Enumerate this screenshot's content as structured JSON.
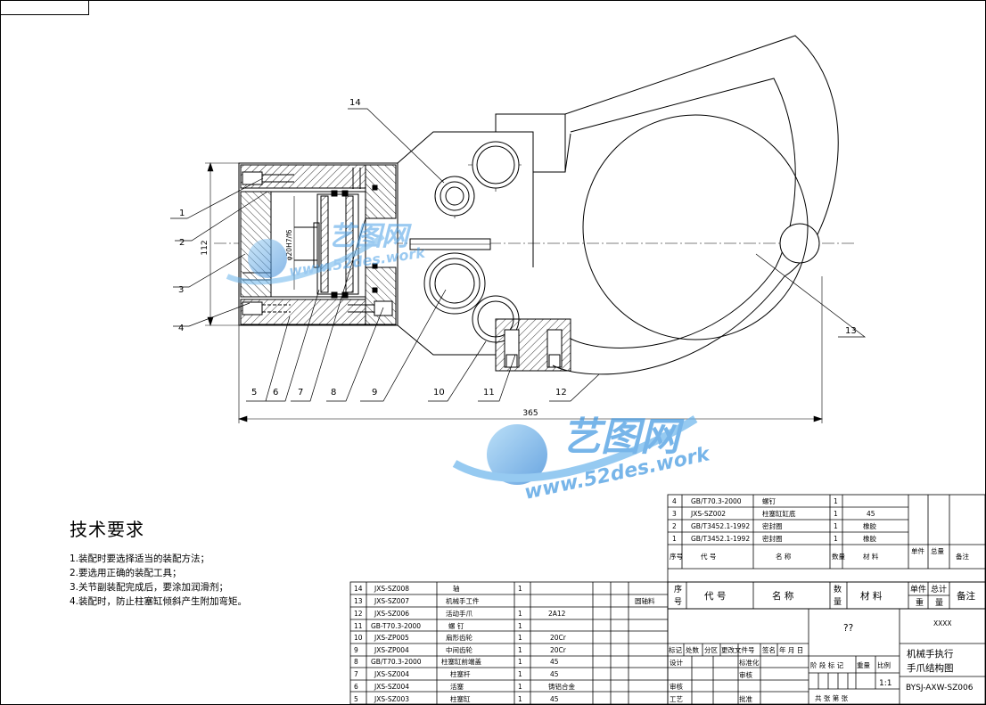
{
  "tech": {
    "title": "技术要求",
    "items": [
      "1.装配时要选择适当的装配方法；",
      "2.要选用正确的装配工具；",
      "3.关节副装配完成后，要涂加润滑剂；",
      "4.装配时，防止柱塞缸倾斜产生附加弯矩。"
    ]
  },
  "callouts": [
    "1",
    "2",
    "3",
    "4",
    "5",
    "6",
    "7",
    "8",
    "9",
    "10",
    "11",
    "12",
    "13",
    "14"
  ],
  "dims": {
    "height": "112",
    "width": "365",
    "bore": "φ20H7/f6"
  },
  "watermark": {
    "brand": "艺图网",
    "url1": "www.52des.work",
    "url2": "www.52des.work"
  },
  "bom_upper": {
    "rows": [
      {
        "no": "4",
        "code": "GB/T70.3-2000",
        "name": "螺钉",
        "qty": "1",
        "mat": ""
      },
      {
        "no": "3",
        "code": "JXS-SZ002",
        "name": "柱塞缸缸底",
        "qty": "1",
        "mat": "45"
      },
      {
        "no": "2",
        "code": "GB/T3452.1-1992",
        "name": "密封圈",
        "qty": "1",
        "mat": "橡胶"
      },
      {
        "no": "1",
        "code": "GB/T3452.1-1992",
        "name": "密封圈",
        "qty": "1",
        "mat": "橡胶"
      }
    ],
    "h_no": "序号",
    "h_code": "代  号",
    "h_name": "名  称",
    "h_qty": "数量",
    "h_mat": "材  料",
    "h_unit": "单件",
    "h_total": "总量",
    "h_note": "备注"
  },
  "bom_lower": {
    "rows": [
      {
        "no": "14",
        "code": "JXS-SZ008",
        "name": "轴",
        "qty": "1",
        "mat": "",
        "note": ""
      },
      {
        "no": "13",
        "code": "JXS-SZ007",
        "name": "机械手工件",
        "qty": "",
        "mat": "",
        "note": "圆轴料"
      },
      {
        "no": "12",
        "code": "JXS-SZ006",
        "name": "活动手爪",
        "qty": "1",
        "mat": "2A12",
        "note": ""
      },
      {
        "no": "11",
        "code": "GB-T70.3-2000",
        "name": "螺  钉",
        "qty": "1",
        "mat": "",
        "note": ""
      },
      {
        "no": "10",
        "code": "JXS-ZP005",
        "name": "扇形齿轮",
        "qty": "1",
        "mat": "20Cr",
        "note": ""
      },
      {
        "no": "9",
        "code": "JXS-ZP004",
        "name": "中间齿轮",
        "qty": "1",
        "mat": "20Cr",
        "note": ""
      },
      {
        "no": "8",
        "code": "GB/T70.3-2000",
        "name": "柱塞缸前端盖",
        "qty": "1",
        "mat": "45",
        "note": ""
      },
      {
        "no": "7",
        "code": "JXS-SZ004",
        "name": "柱塞杆",
        "qty": "1",
        "mat": "45",
        "note": ""
      },
      {
        "no": "6",
        "code": "JXS-SZ004",
        "name": "活塞",
        "qty": "1",
        "mat": "铸铝合金",
        "note": ""
      },
      {
        "no": "5",
        "code": "JXS-SZ003",
        "name": "柱塞缸",
        "qty": "1",
        "mat": "45",
        "note": ""
      }
    ]
  },
  "header_row": {
    "no": "序\n号",
    "code": "代    号",
    "name": "名    称",
    "qty": "数\n量",
    "mat": "材  料",
    "unit": "单件",
    "total": "总计",
    "unit2": "重",
    "total2": "量",
    "note": "备注"
  },
  "title_block": {
    "qq": "??",
    "xxxx": "XXXX",
    "title1": "机械手执行",
    "title2": "手爪结构图",
    "drawing_no": "BYSJ-AXW-SZ006",
    "scale": "1:1",
    "labels": {
      "mark": "标记",
      "count": "处数",
      "zone": "分区",
      "change": "更改文件号",
      "sign": "签名",
      "date": "年  月  日",
      "design": "设计",
      "std": "标准化",
      "stage": "阶  段  标  记",
      "weight": "重量",
      "ratio": "比例",
      "check": "审核",
      "craft": "工艺",
      "approve": "批准",
      "proof": "审核",
      "sheets": "共        张        第        张"
    }
  }
}
